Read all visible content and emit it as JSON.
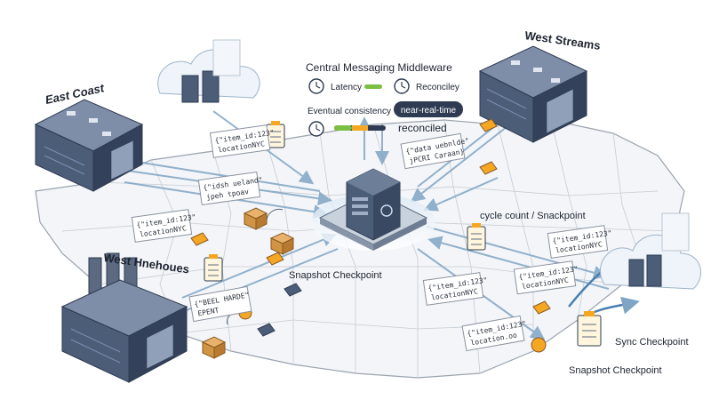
{
  "diagram": {
    "labels": {
      "east_coast": "East Coast",
      "west_streams": "West Streams",
      "west_warehouses": "West Hnehoues",
      "middleware_title": "Central Messaging Middleware",
      "latency": "Latency",
      "reconcile": "Reconciley",
      "eventual_consistency": "Eventual consistency",
      "near_real_time": "near-real-time",
      "reconciled": "reconciled",
      "cycle_count": "cycle count / Snackpoint",
      "snapshot_center": "Snapshot Checkpoint",
      "sync_checkpoint": "Sync Checkpoint",
      "snapshot_bottom": "Snapshot Checkpoint"
    },
    "cards": [
      {
        "line1": "{\"item_id:123\"",
        "line2": "locationNYC"
      },
      {
        "line1": "{\"item_id:123\"",
        "line2": "locationNYC"
      },
      {
        "line1": "{\"data uebnlde\"",
        "line2": "jPCRI Caraan}"
      },
      {
        "line1": "{\"idsh ueland\"",
        "line2": "jpeh tpoav"
      },
      {
        "line1": "{\"item_id:123\"",
        "line2": "locationNYC"
      },
      {
        "line1": "{\"BEEL HARDE\"",
        "line2": "EPENT"
      },
      {
        "line1": "{\"item_id:123\"",
        "line2": "locationNYC"
      },
      {
        "line1": "{\"item_id:123\"",
        "line2": "location.oo"
      }
    ],
    "colors": {
      "building": "#4c5d78",
      "building_dark": "#33415a",
      "arrow": "#7fa5c4",
      "accent_green": "#7bc043",
      "accent_orange": "#f5a623",
      "accent_blue": "#4a7fb0",
      "badge": "#2e3b52"
    }
  }
}
